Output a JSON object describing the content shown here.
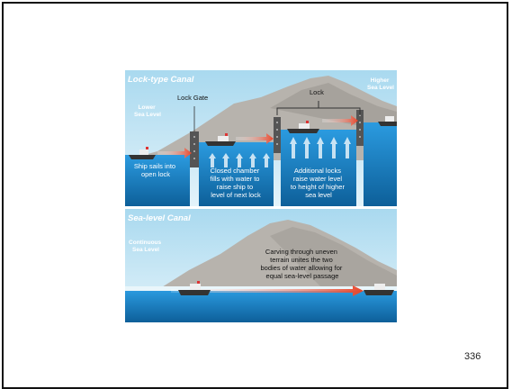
{
  "diagram": {
    "lock_canal": {
      "title": "Lock-type Canal",
      "lower_sea_level": [
        "Lower",
        "Sea Level"
      ],
      "higher_sea_level": [
        "Higher",
        "Sea Level"
      ],
      "lock_gate": "Lock Gate",
      "lock": "Lock",
      "ship_open_lock": [
        "Ship sails into",
        "open lock"
      ],
      "closed_chamber": [
        "Closed chamber",
        "fills with water to",
        "raise ship to",
        "level of next lock"
      ],
      "additional_locks": [
        "Additional locks",
        "raise water level",
        "to height of higher",
        "sea level"
      ]
    },
    "sea_level_canal": {
      "title": "Sea-level Canal",
      "continuous_sea_level": [
        "Continuous",
        "Sea Level"
      ],
      "carving_text": [
        "Carving through uneven",
        "terrain unites the two",
        "bodies of water allowing for",
        "equal sea-level passage"
      ]
    }
  },
  "colors": {
    "sky": "#bfe3f2",
    "mountain": "#b8b4ae",
    "water": "#1a8ed0",
    "deep_water": "#0f6fad",
    "arrow": "#e8452a",
    "gate": "#555555"
  },
  "page_number": "336"
}
